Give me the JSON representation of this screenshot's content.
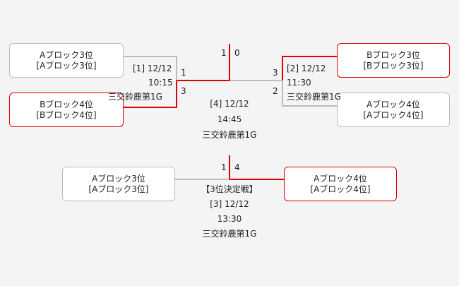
{
  "teams": {
    "left_top": {
      "name": "Aブロック3位",
      "sub": "[Aブロック3位]"
    },
    "left_bottom": {
      "name": "Bブロック4位",
      "sub": "[Bブロック4位]"
    },
    "right_top": {
      "name": "Bブロック3位",
      "sub": "[Bブロック3位]"
    },
    "right_bottom": {
      "name": "Aブロック4位",
      "sub": "[Aブロック4位]"
    },
    "third_left": {
      "name": "Aブロック3位",
      "sub": "[Aブロック3位]"
    },
    "third_right": {
      "name": "Aブロック4位",
      "sub": "[Aブロック4位]"
    }
  },
  "matches": {
    "m1": {
      "label": "[1] 12/12",
      "time": "10:15",
      "venue": "三交鈴鹿第1G",
      "score_top": "1",
      "score_bottom": "3"
    },
    "m2": {
      "label": "[2] 12/12",
      "time": "11:30",
      "venue": "三交鈴鹿第1G",
      "score_top": "3",
      "score_bottom": "2"
    },
    "m4": {
      "label": "[4] 12/12",
      "time": "14:45",
      "venue": "三交鈴鹿第1G",
      "score_left": "1",
      "score_right": "0"
    },
    "m3": {
      "title": "【3位決定戦】",
      "label": "[3] 12/12",
      "time": "13:30",
      "venue": "三交鈴鹿第1G",
      "score_left": "1",
      "score_right": "4"
    }
  },
  "colors": {
    "win": "#e00000",
    "lose": "#bdbdbd"
  }
}
